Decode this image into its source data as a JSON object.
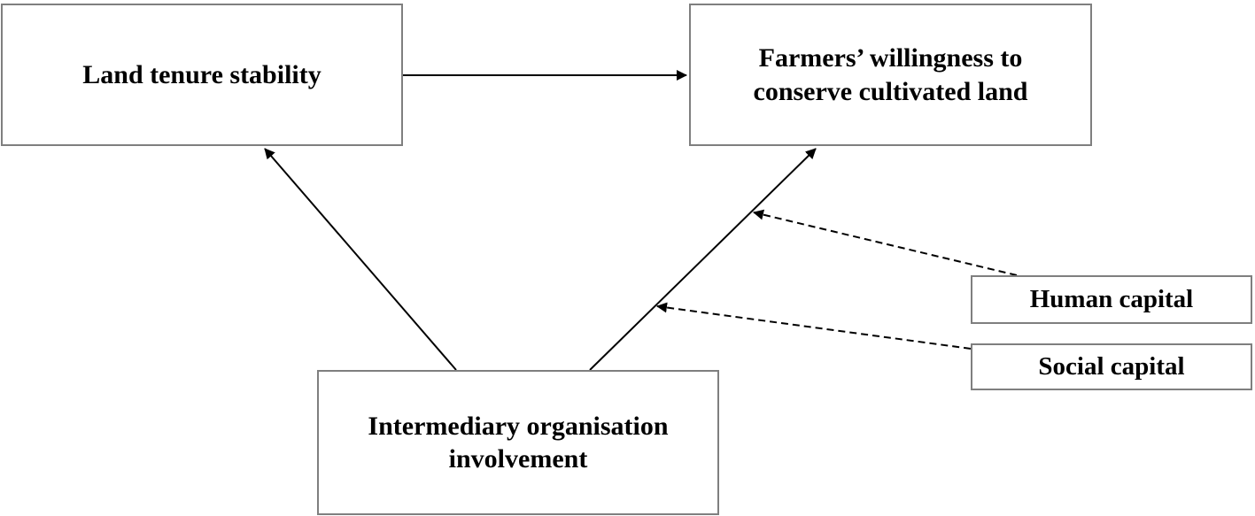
{
  "diagram": {
    "nodes": {
      "land_tenure_stability": "Land tenure stability",
      "farmers_willingness": "Farmers’ willingness to\nconserve cultivated land",
      "intermediary_involvement": "Intermediary organisation\ninvolvement",
      "human_capital": "Human capital",
      "social_capital": "Social capital"
    },
    "edges": [
      {
        "from": "land_tenure_stability",
        "to": "farmers_willingness",
        "style": "solid"
      },
      {
        "from": "intermediary_involvement",
        "to": "land_tenure_stability",
        "style": "solid"
      },
      {
        "from": "intermediary_involvement",
        "to": "farmers_willingness",
        "style": "solid"
      },
      {
        "from": "human_capital",
        "to": "intermediary_involvement→farmers_willingness",
        "style": "dashed"
      },
      {
        "from": "social_capital",
        "to": "intermediary_involvement→farmers_willingness",
        "style": "dashed"
      }
    ],
    "colors": {
      "box_border": "#7f7f7f",
      "line": "#000000",
      "text": "#000000"
    }
  }
}
